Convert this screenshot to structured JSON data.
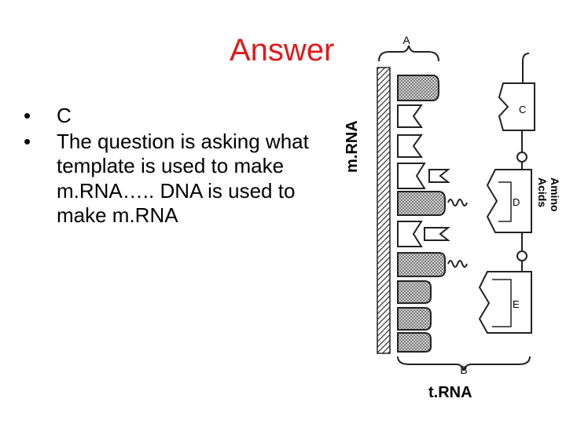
{
  "title": "Answer",
  "bullets": [
    "C",
    "The question is asking what template is used to make m.RNA….. DNA is used to make m.RNA"
  ],
  "diagram": {
    "label_left": "m.RNA",
    "label_right": "Amino Acids",
    "label_bottom": "t.RNA",
    "letters": [
      "A",
      "B",
      "C",
      "D",
      "E"
    ]
  }
}
